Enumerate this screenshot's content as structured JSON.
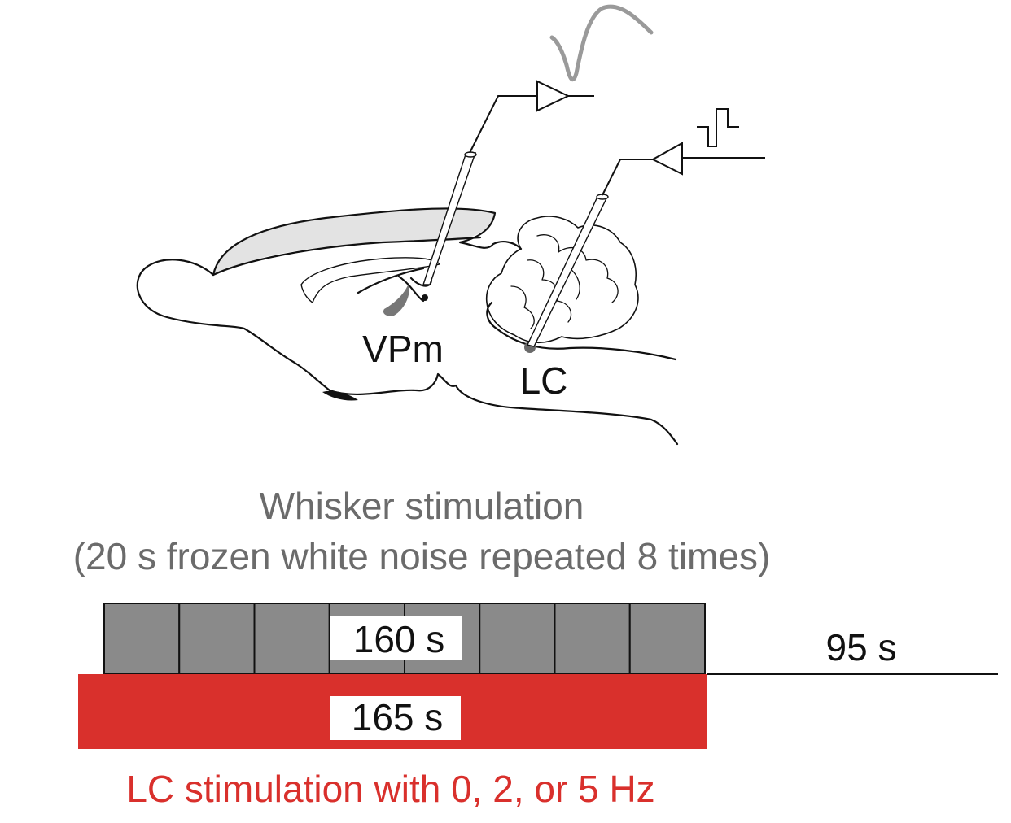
{
  "brain": {
    "vpm_label": "VPm",
    "lc_label": "LC"
  },
  "whisker": {
    "title": "Whisker stimulation",
    "subtitle": "(20 s frozen white noise repeated 8 times)",
    "block_count": 8,
    "duration_label": "160 s"
  },
  "after": {
    "duration_label": "95 s"
  },
  "lc": {
    "duration_label": "165 s",
    "caption": "LC stimulation with 0, 2, or 5 Hz"
  },
  "colors": {
    "whisker_block": "#8a8a8a",
    "lc_bar": "#d9302c",
    "lc_text": "#d9302c",
    "caption_gray": "#6b6b6b",
    "outline": "#111111",
    "spike_trace": "#9a9a9a",
    "highlight_gray": "#e3e3e3"
  }
}
